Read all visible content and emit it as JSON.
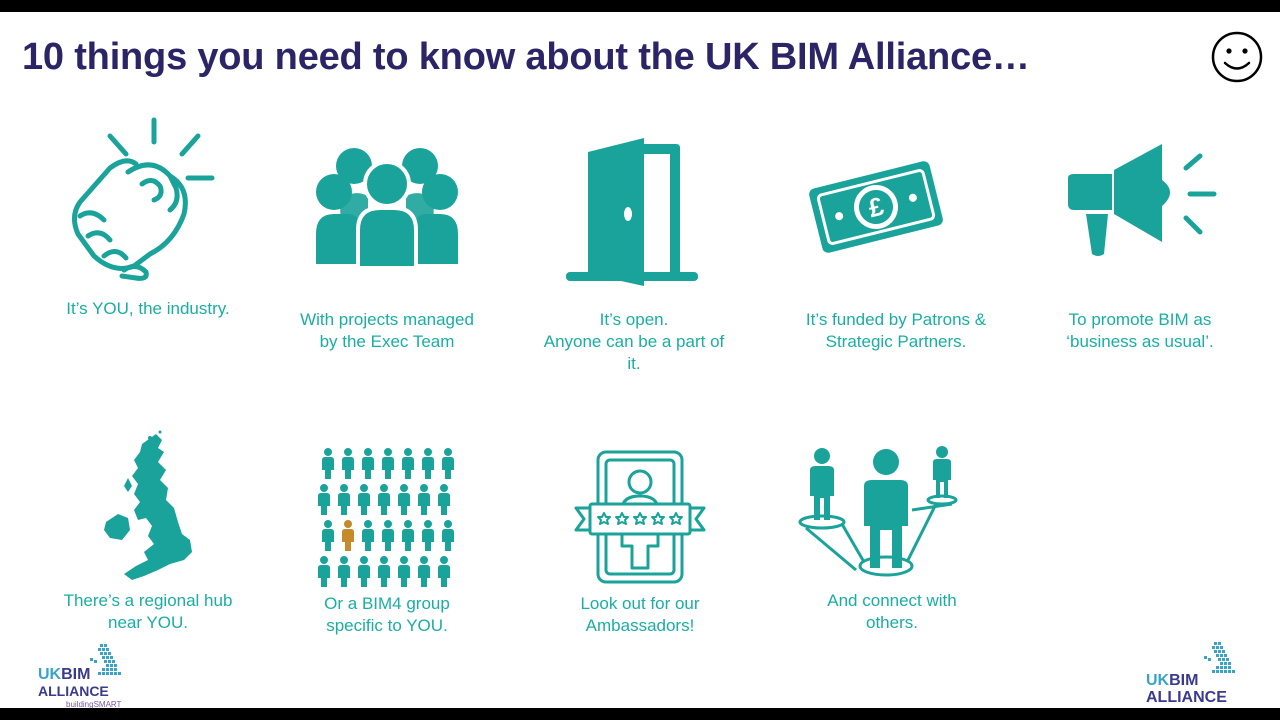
{
  "slide": {
    "title": "10 things you need to know about the UK BIM Alliance…",
    "accent_color": "#1aa39a",
    "title_color": "#2b2466",
    "smiley_icon": "smiley-face-icon"
  },
  "items": [
    {
      "caption": "It’s YOU, the industry.",
      "icon": "pointing-hand-icon"
    },
    {
      "caption": "With projects managed\nby the Exec Team",
      "icon": "group-of-people-icon"
    },
    {
      "caption": "It’s open.\nAnyone can be a part of\nit.",
      "icon": "open-door-icon"
    },
    {
      "caption": "It’s funded by Patrons &\nStrategic Partners.",
      "icon": "pound-banknote-icon"
    },
    {
      "caption": "To promote BIM as\n‘business as usual’.",
      "icon": "megaphone-icon"
    },
    {
      "caption": "There’s a regional hub\nnear YOU.",
      "icon": "uk-map-icon"
    },
    {
      "caption": "Or a BIM4 group\nspecific to YOU.",
      "icon": "crowd-with-highlighted-person-icon"
    },
    {
      "caption": "Look out for our\nAmbassadors!",
      "icon": "five-star-rated-profile-icon"
    },
    {
      "caption": "And connect with\nothers.",
      "icon": "connected-people-icon"
    }
  ],
  "logos": {
    "left": {
      "line1_a": "UK",
      "line1_b": "BIM",
      "line2": "ALLIANCE",
      "sub": "buildingSMART"
    },
    "right": {
      "line1_a": "UK",
      "line1_b": "BIM",
      "line2": "ALLIANCE"
    }
  }
}
